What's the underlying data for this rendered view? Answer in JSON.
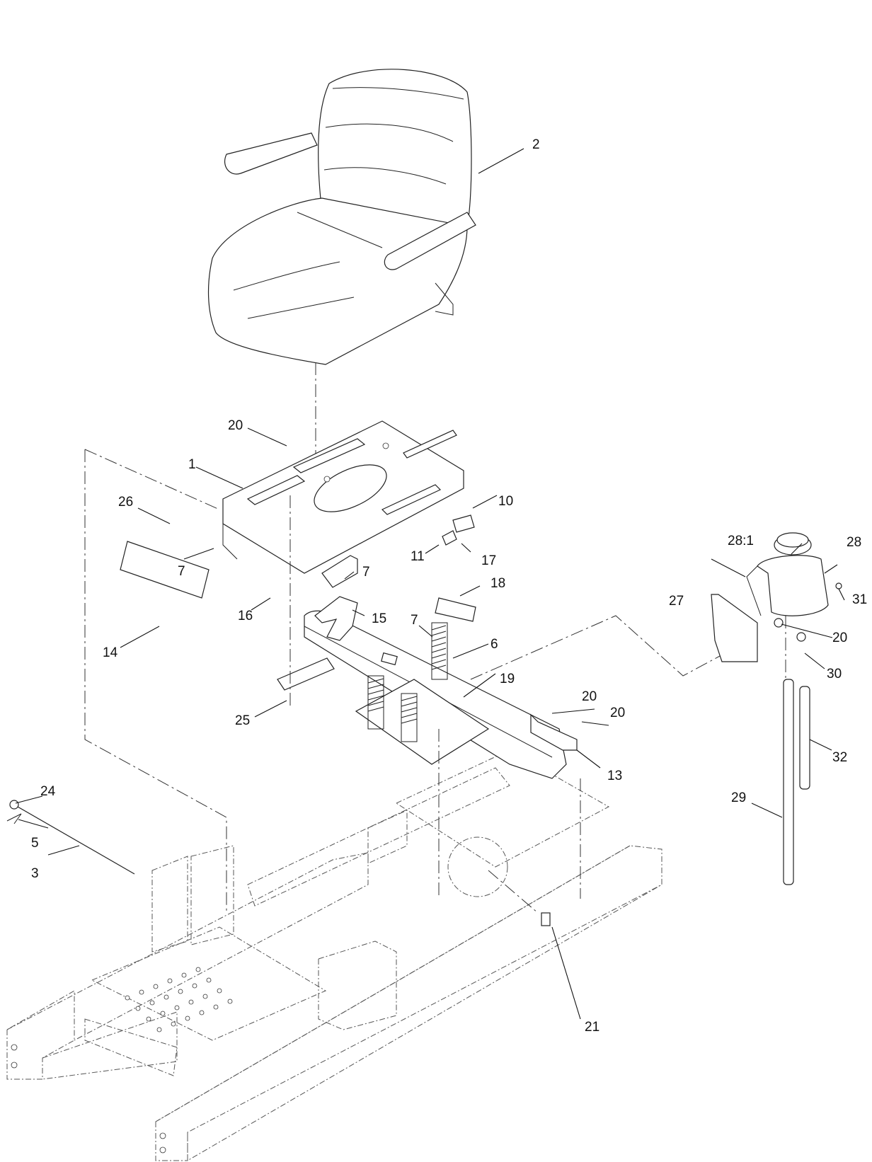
{
  "callouts": {
    "c1": "1",
    "c2": "2",
    "c3": "3",
    "c5": "5",
    "c6": "6",
    "c7a": "7",
    "c7b": "7",
    "c7c": "7",
    "c10": "10",
    "c11": "11",
    "c13": "13",
    "c14": "14",
    "c15": "15",
    "c16": "16",
    "c17": "17",
    "c18": "18",
    "c19": "19",
    "c20a": "20",
    "c20b": "20",
    "c20c": "20",
    "c20d": "20",
    "c21": "21",
    "c24": "24",
    "c25": "25",
    "c26": "26",
    "c27": "27",
    "c28": "28",
    "c28_1": "28:1",
    "c29": "29",
    "c30": "30",
    "c31": "31",
    "c32": "32"
  }
}
